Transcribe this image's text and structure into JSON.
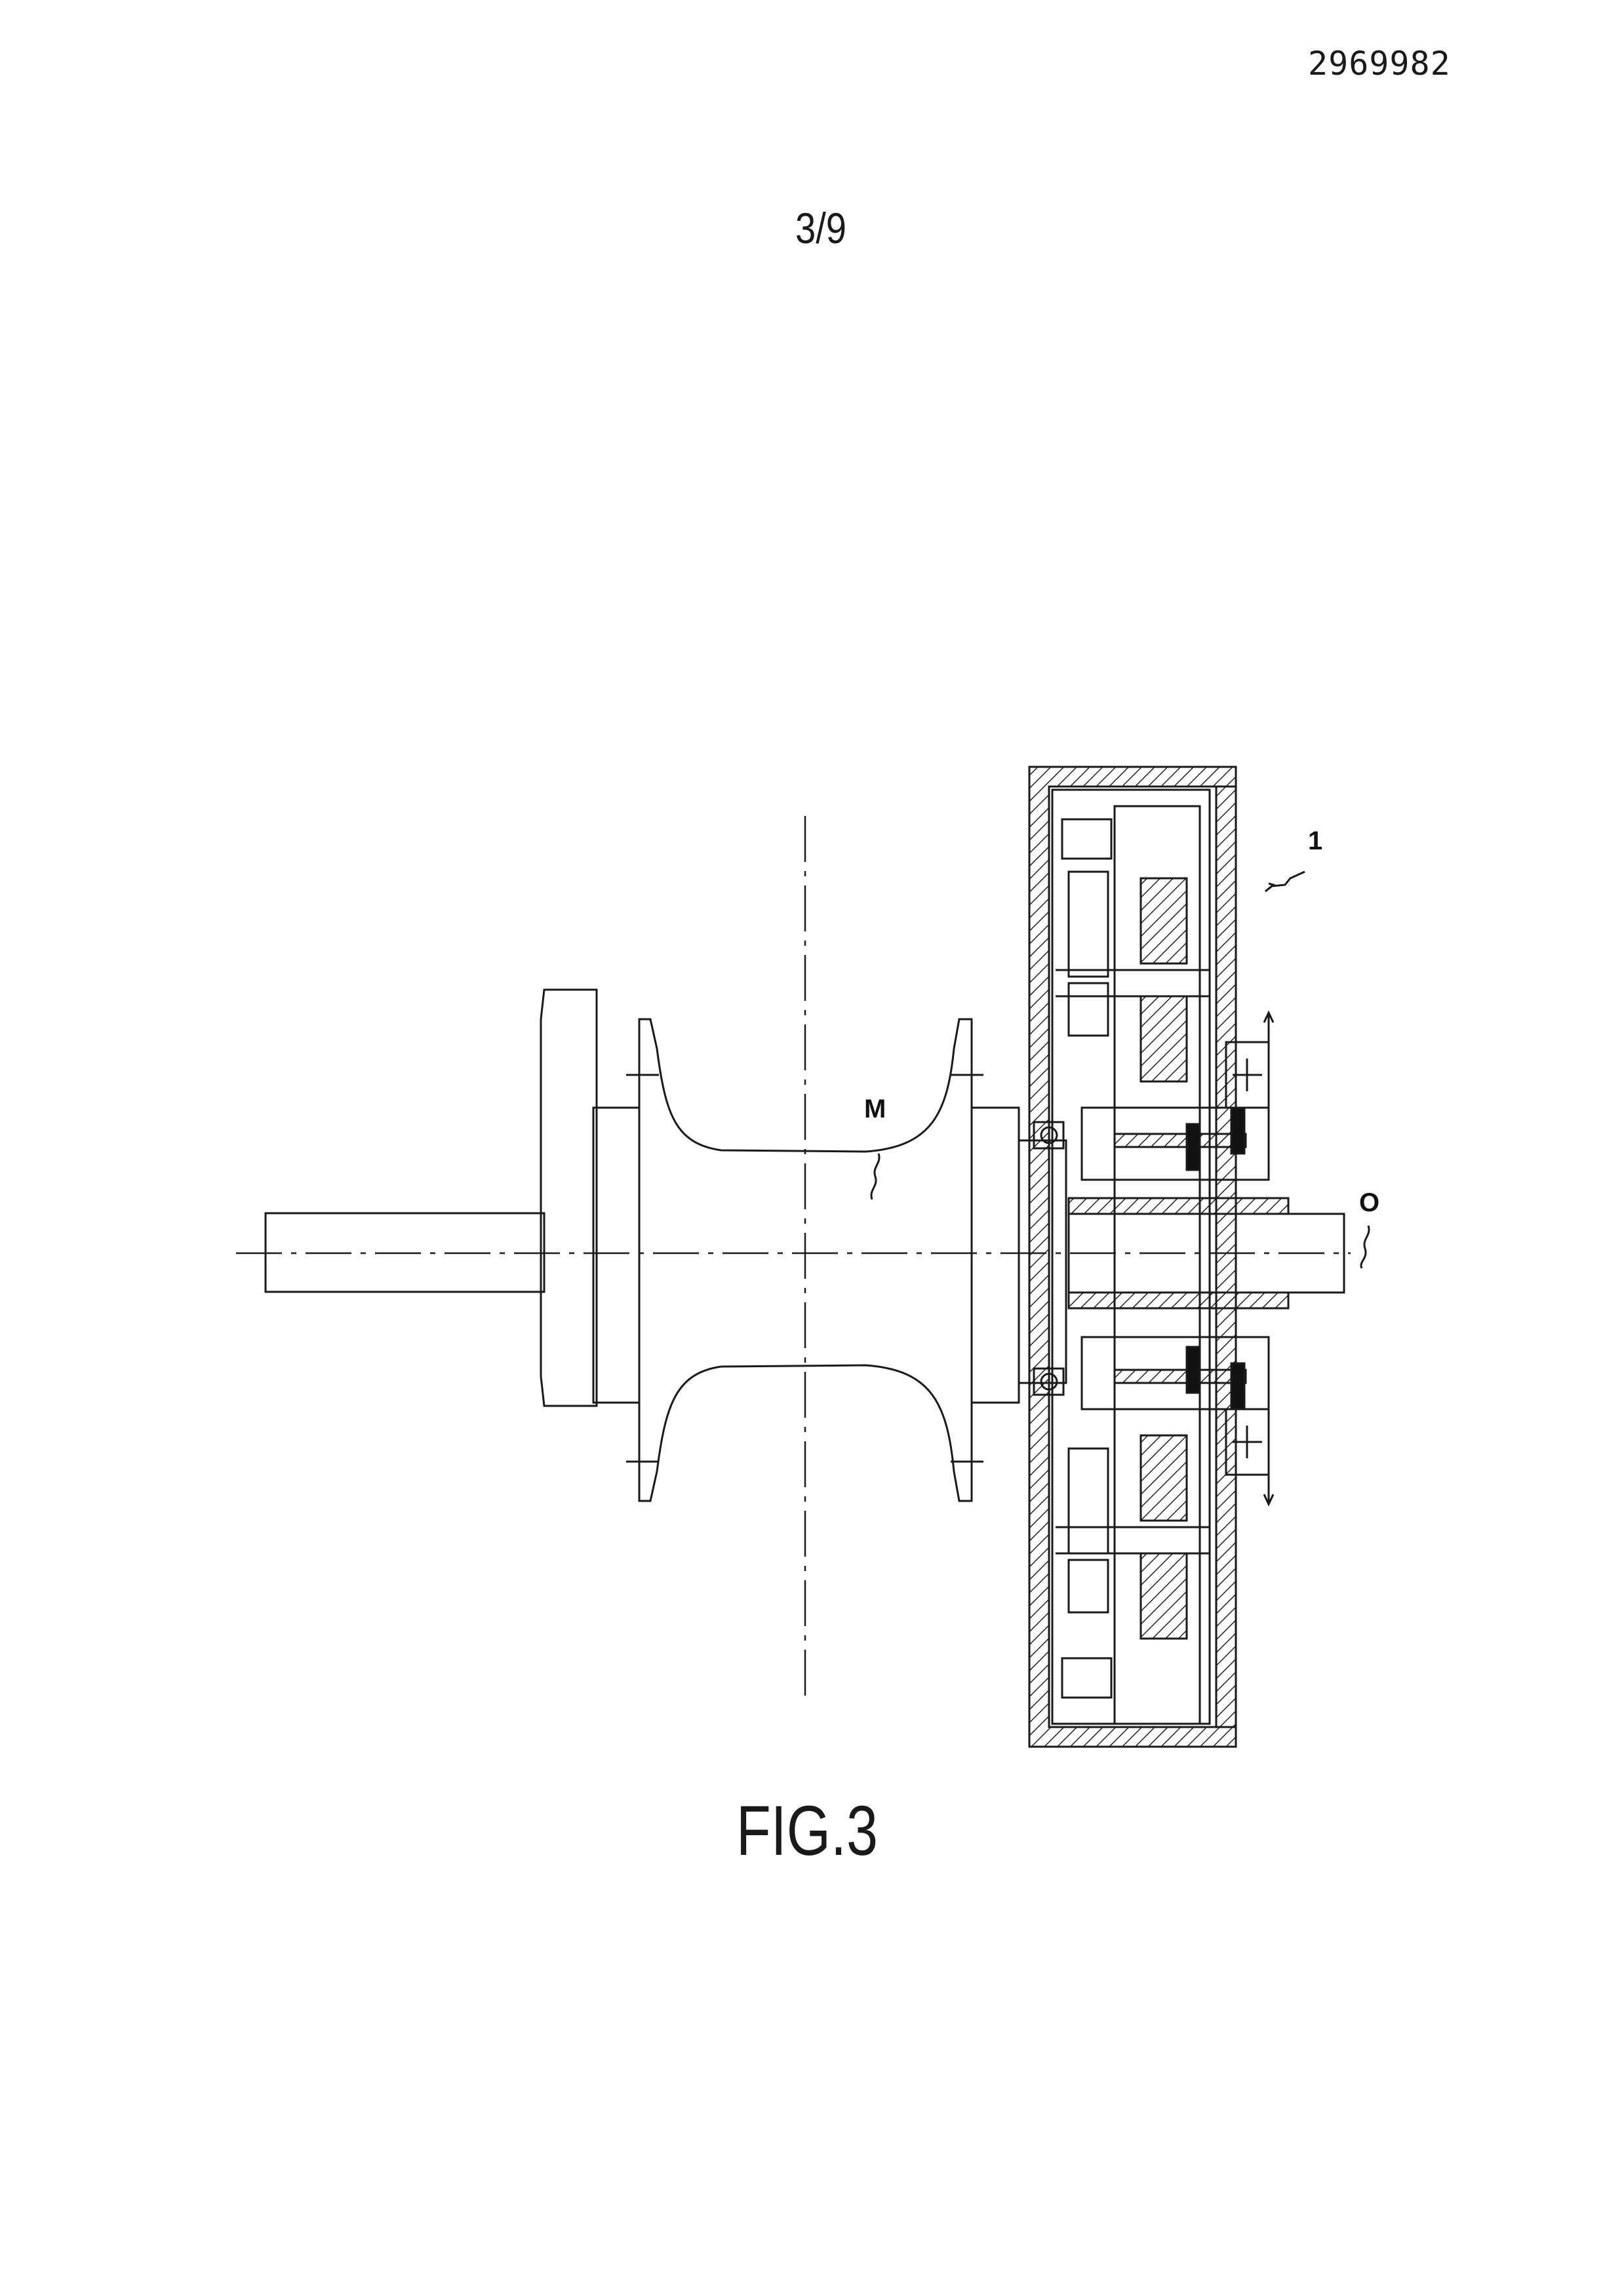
{
  "header": {
    "document_number": "2969982",
    "sheet": "3/9"
  },
  "figure": {
    "caption": "FIG.3",
    "reference_labels": {
      "assembly": "1",
      "hub": "M",
      "axle": "O"
    }
  }
}
